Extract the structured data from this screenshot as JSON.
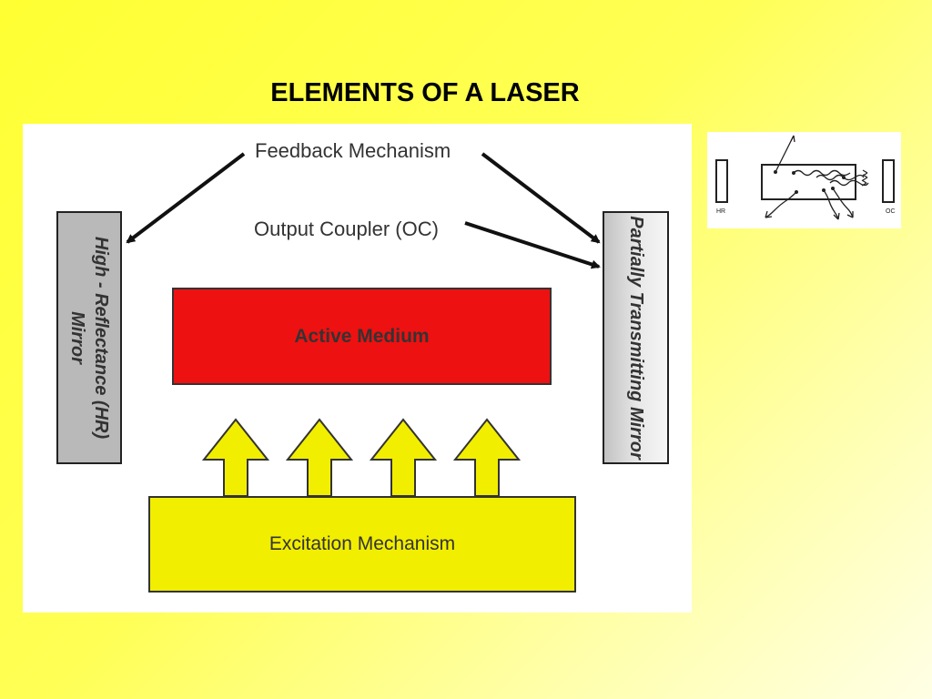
{
  "slide": {
    "title": "ELEMENTS OF A LASER"
  },
  "diagram": {
    "feedback_label": "Feedback Mechanism",
    "output_coupler_label": "Output Coupler (OC)",
    "hr_mirror_label": "High - Reflectance (HR) Mirror",
    "partial_mirror_label": "Partially Transmitting Mirror",
    "active_medium_label": "Active Medium",
    "excitation_label": "Excitation Mechanism",
    "pump_arrow_count": 4
  },
  "inset": {
    "hr_tag": "HR",
    "oc_tag": "OC"
  },
  "colors": {
    "background": "#ffff44",
    "active_medium": "#ee1111",
    "excitation": "#f2ee00",
    "mirror": "#b9b9b9"
  }
}
